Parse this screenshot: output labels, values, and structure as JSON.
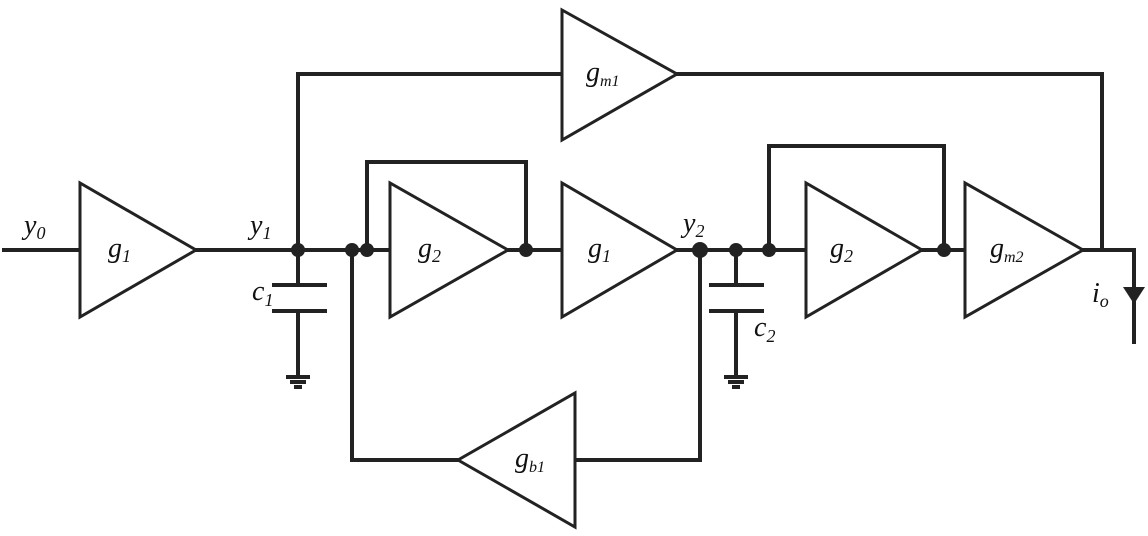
{
  "amplifiers": {
    "g1_input": {
      "main": "g",
      "sub": "1"
    },
    "g2_first": {
      "main": "g",
      "sub": "2"
    },
    "g1_second": {
      "main": "g",
      "sub": "1"
    },
    "g2_second": {
      "main": "g",
      "sub": "2"
    },
    "gm2": {
      "main": "g",
      "sub": "m2"
    },
    "gm1": {
      "main": "g",
      "sub": "m1"
    },
    "gb1": {
      "main": "g",
      "sub": "b1"
    }
  },
  "nodes": {
    "y0": {
      "main": "y",
      "sub": "0"
    },
    "y1": {
      "main": "y",
      "sub": "1"
    },
    "y2": {
      "main": "y",
      "sub": "2"
    }
  },
  "capacitors": {
    "c1": {
      "main": "c",
      "sub": "1"
    },
    "c2": {
      "main": "c",
      "sub": "2"
    }
  },
  "output": {
    "main": "i",
    "sub": "o"
  },
  "colors": {
    "ink": "#222222",
    "background": "#ffffff"
  }
}
